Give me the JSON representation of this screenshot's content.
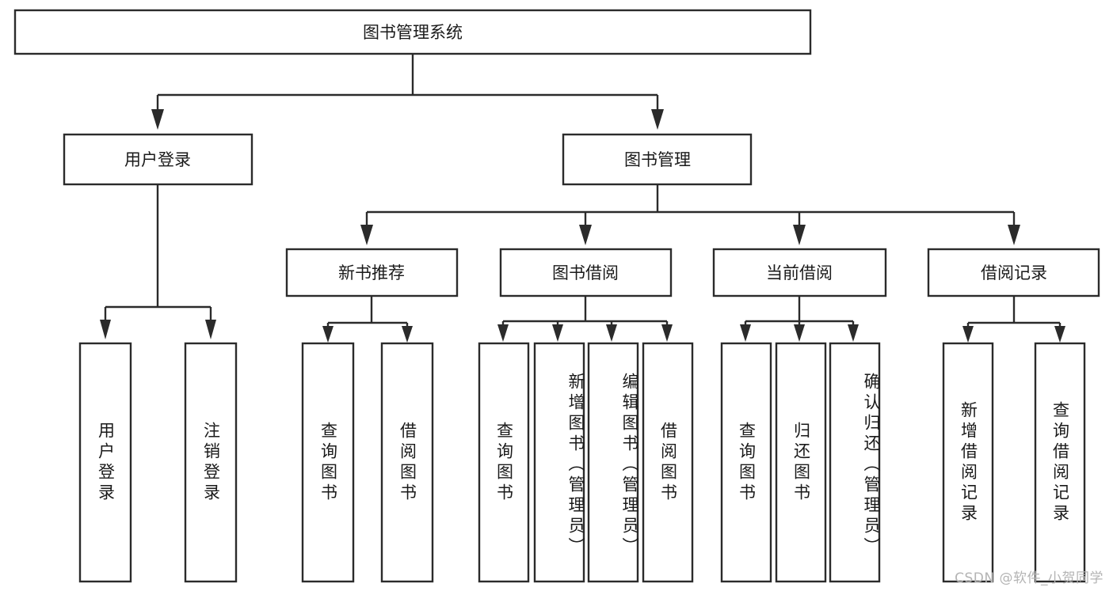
{
  "diagram": {
    "title": "图书管理系统",
    "type": "tree-hierarchy-chart",
    "watermark": "CSDN @软件_小贺同学",
    "colors": {
      "box_stroke": "#2b2b2b",
      "box_fill": "#ffffff",
      "text": "#1a1a1a",
      "background": "#ffffff",
      "watermark": "#b4b4b4"
    },
    "root": {
      "label": "图书管理系统"
    },
    "level2": [
      {
        "label": "用户登录"
      },
      {
        "label": "图书管理"
      }
    ],
    "level3": [
      {
        "label": "新书推荐"
      },
      {
        "label": "图书借阅"
      },
      {
        "label": "当前借阅"
      },
      {
        "label": "借阅记录"
      }
    ],
    "leaves": {
      "user_login": [
        {
          "label": "用户登录"
        },
        {
          "label": "注销登录"
        }
      ],
      "new_book_recommend": [
        {
          "label": "查询图书"
        },
        {
          "label": "借阅图书"
        }
      ],
      "book_borrow": [
        {
          "label": "查询图书"
        },
        {
          "label": "新增图书（管理员）"
        },
        {
          "label": "编辑图书（管理员）"
        },
        {
          "label": "借阅图书"
        }
      ],
      "current_borrow": [
        {
          "label": "查询图书"
        },
        {
          "label": "归还图书"
        },
        {
          "label": "确认归还（管理员）"
        }
      ],
      "borrow_record": [
        {
          "label": "新增借阅记录"
        },
        {
          "label": "查询借阅记录"
        }
      ]
    }
  }
}
